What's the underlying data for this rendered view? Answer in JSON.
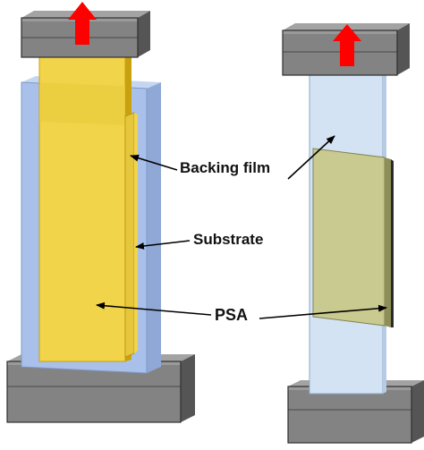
{
  "labels": {
    "backing_film": "Backing film",
    "substrate": "Substrate",
    "psa": "PSA"
  },
  "colors": {
    "clamp_face": "#838383",
    "clamp_top": "#a3a3a3",
    "clamp_dark": "#555555",
    "clamp_edge": "#2e2e2e",
    "substrate_blue": "#a9c1ea",
    "substrate_blue_light": "#d3e3f4",
    "backing_yellow": "#f1d44a",
    "backing_yellow_edge": "#c9a10f",
    "psa_olive": "#c9c98a",
    "arrow_red": "#ff0000",
    "leader_black": "#000000"
  },
  "icons": {
    "pull_arrow": "red-up-arrow-icon",
    "grip": "clamp-grip-icon"
  }
}
